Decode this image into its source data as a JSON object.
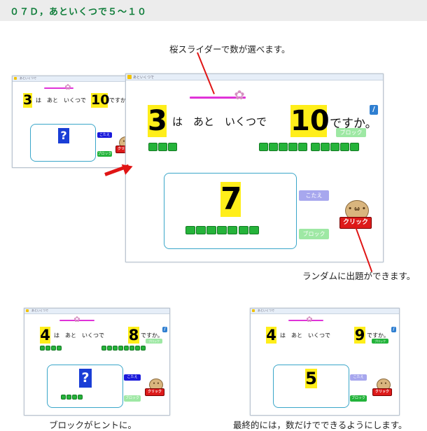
{
  "header": {
    "title": "０７Ｄ，あといくつで５～１０"
  },
  "captions": {
    "slider_note": "桜スライダーで数が選べます。",
    "random_note": "ランダムに出題ができます。",
    "hint_note": "ブロックがヒントに。",
    "final_note": "最終的には，数だけでできるようにします。"
  },
  "app": {
    "window_title": "あといくつで",
    "question_mid": "は　あと　いくつで",
    "question_end": "ですか。",
    "kotae_label": "こたえ",
    "block_label": "ブロック",
    "click_label": "クリック",
    "question_mark": "?",
    "edit_icon_glyph": "/",
    "knob_glyph": "✿"
  },
  "screens": {
    "small_top_left": {
      "first": "3",
      "target": "10"
    },
    "large_center": {
      "first": "3",
      "target": "10",
      "answer": "7"
    },
    "bottom_left": {
      "first": "4",
      "target": "8"
    },
    "bottom_right": {
      "first": "4",
      "target": "9",
      "answer": "5"
    }
  },
  "colors": {
    "number_highlight": "#ffee1a",
    "slider": "#e033d8",
    "block_green": "#25b33a",
    "answer_border": "#3aa6c9",
    "arrow_red": "#e01515",
    "header_text": "#0f7d3a"
  }
}
